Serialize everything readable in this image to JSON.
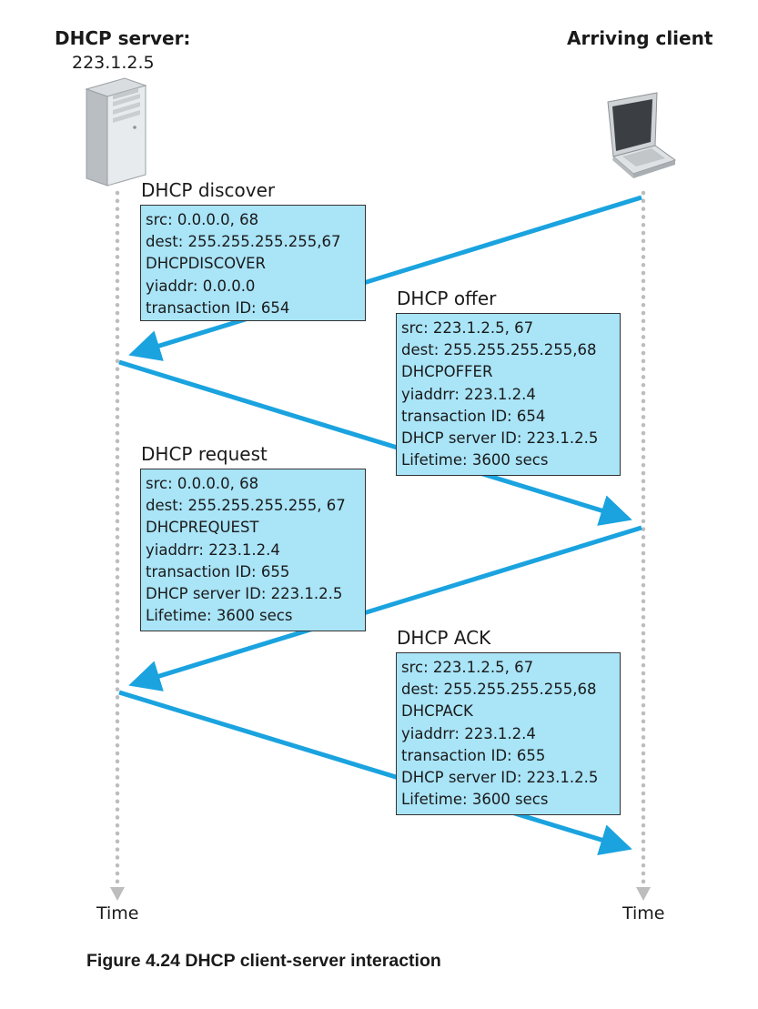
{
  "server": {
    "label": "DHCP server:",
    "address": "223.1.2.5"
  },
  "client": {
    "label": "Arriving client"
  },
  "time_label_left": "Time",
  "time_label_right": "Time",
  "colors": {
    "arrow": "#1aa3df",
    "box_fill": "#a9e4f7",
    "timeline": "#bdbdbd"
  },
  "messages": {
    "discover": {
      "title": "DHCP discover",
      "lines": [
        "src: 0.0.0.0, 68",
        "dest: 255.255.255.255,67",
        "DHCPDISCOVER",
        "yiaddr: 0.0.0.0",
        "transaction ID: 654"
      ]
    },
    "offer": {
      "title": "DHCP offer",
      "lines": [
        "src: 223.1.2.5, 67",
        "dest: 255.255.255.255,68",
        "DHCPOFFER",
        "yiaddrr: 223.1.2.4",
        "transaction ID: 654",
        "DHCP server ID: 223.1.2.5",
        "Lifetime: 3600 secs"
      ]
    },
    "request": {
      "title": "DHCP request",
      "lines": [
        "src: 0.0.0.0, 68",
        "dest: 255.255.255.255, 67",
        "DHCPREQUEST",
        "yiaddrr: 223.1.2.4",
        "transaction ID: 655",
        "DHCP server ID: 223.1.2.5",
        "Lifetime: 3600 secs"
      ]
    },
    "ack": {
      "title": "DHCP ACK",
      "lines": [
        "src: 223.1.2.5, 67",
        "dest: 255.255.255.255,68",
        "DHCPACK",
        "yiaddrr: 223.1.2.4",
        "transaction ID: 655",
        "DHCP server ID: 223.1.2.5",
        "Lifetime: 3600 secs"
      ]
    }
  },
  "icons": {
    "server": "server-tower-icon",
    "client": "laptop-icon"
  },
  "caption": "Figure 4.24 DHCP client-server interaction"
}
